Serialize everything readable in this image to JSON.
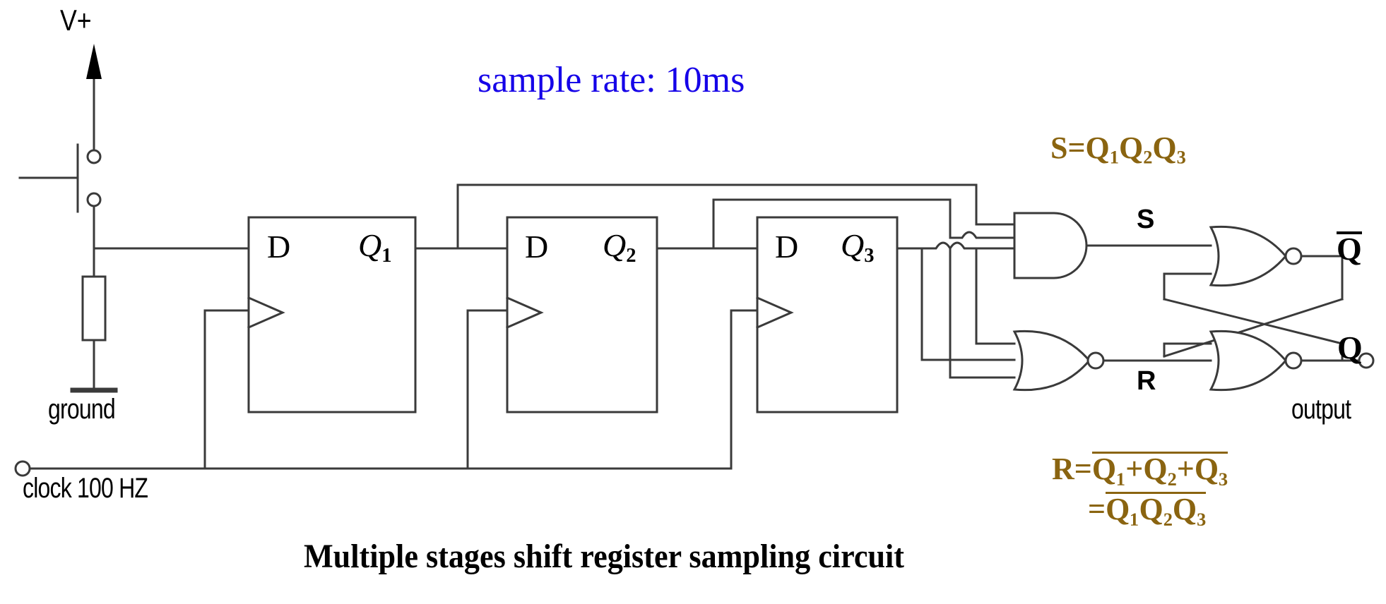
{
  "figure": {
    "caption": "Multiple stages shift register sampling circuit",
    "note": "sample rate: 10ms",
    "note_color": "#1500e8",
    "equation_color": "#8a6410",
    "wire_color": "#3a3a3a"
  },
  "power": {
    "rail_label": "V+",
    "ground_label": "ground"
  },
  "clock": {
    "label": "clock 100 HZ"
  },
  "flipflops": [
    {
      "name": "ff1",
      "d_label": "D",
      "q_label": "Q",
      "q_index": "1"
    },
    {
      "name": "ff2",
      "d_label": "D",
      "q_label": "Q",
      "q_index": "2"
    },
    {
      "name": "ff3",
      "d_label": "D",
      "q_label": "Q",
      "q_index": "3"
    }
  ],
  "gates": {
    "and": {
      "name": "and-gate",
      "inputs": 3,
      "output_label": "S"
    },
    "nor_r": {
      "name": "nor-gate-r",
      "inputs": 3,
      "output_label": "R"
    },
    "latch_top": {
      "name": "nor-gate-latch-top",
      "inputs": 2
    },
    "latch_bottom": {
      "name": "nor-gate-latch-bottom",
      "inputs": 2
    }
  },
  "equations": {
    "set": {
      "lhs": "S=",
      "terms": [
        "Q",
        "Q",
        "Q"
      ],
      "indices": [
        "1",
        "2",
        "3"
      ]
    },
    "reset_line1": {
      "lhs": "R=",
      "expr": "Q₁+Q₂+Q₃",
      "overbar": true
    },
    "reset_line2": {
      "lhs": "=",
      "expr": "Q₁Q₂Q₃",
      "overbar_each": true
    }
  },
  "outputs": {
    "qbar_label": "Q",
    "q_label": "Q",
    "terminal_label": "output",
    "s_label": "S",
    "r_label": "R"
  }
}
